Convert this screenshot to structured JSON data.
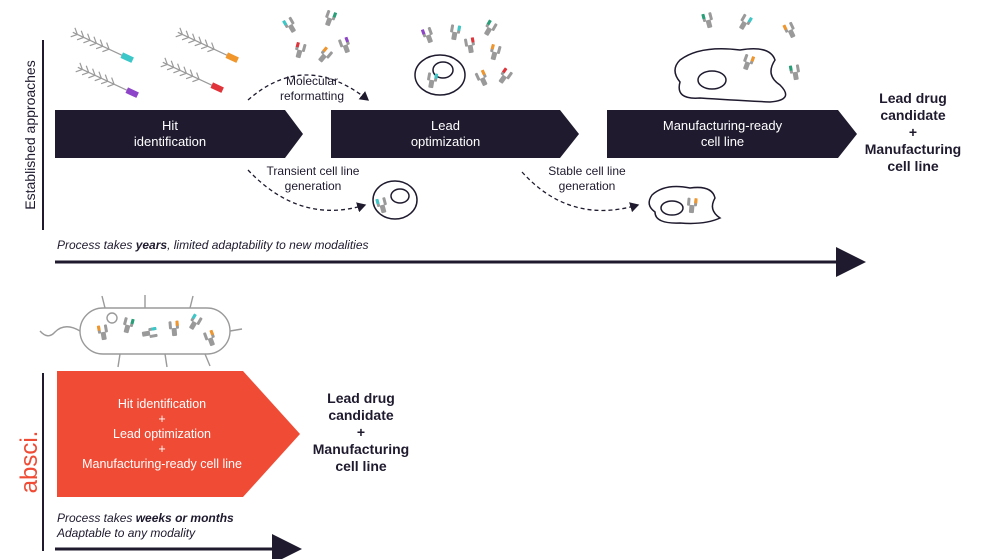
{
  "established": {
    "side_label": "Established approaches",
    "steps": [
      {
        "line1": "Hit",
        "line2": "identification"
      },
      {
        "line1": "Lead",
        "line2": "optimization"
      },
      {
        "line1": "Manufacturing-ready",
        "line2": "cell line"
      }
    ],
    "transitions": {
      "molecular_reformatting": {
        "line1": "Molecular",
        "line2": "reformatting"
      },
      "transient": {
        "line1": "Transient cell line",
        "line2": "generation"
      },
      "stable": {
        "line1": "Stable cell line",
        "line2": "generation"
      }
    },
    "result": {
      "line1": "Lead drug",
      "line2": "candidate",
      "plus": "+",
      "line3": "Manufacturing",
      "line4": "cell line"
    },
    "process": {
      "prefix": "Process takes ",
      "bold": "years",
      "suffix": ", limited adaptability to new modalities"
    }
  },
  "absci": {
    "brand_label": "absci.",
    "step": {
      "line1": "Hit identification",
      "plus1": "+",
      "line2": "Lead optimization",
      "plus2": "+",
      "line3": "Manufacturing-ready cell line"
    },
    "result": {
      "line1": "Lead drug",
      "line2": "candidate",
      "plus": "+",
      "line3": "Manufacturing",
      "line4": "cell line"
    },
    "process": {
      "prefix": "Process takes ",
      "bold": "weeks or months",
      "line2": "Adaptable to any modality"
    }
  },
  "colors": {
    "dark": "#1f1a2e",
    "absci_red": "#ef4b35",
    "antibody_teal": "#3cc7c9",
    "antibody_orange": "#f0962a",
    "antibody_purple": "#8e44c8",
    "antibody_red": "#e0343a",
    "antibody_green": "#27a079",
    "antibody_gray": "#9a9a9a"
  }
}
